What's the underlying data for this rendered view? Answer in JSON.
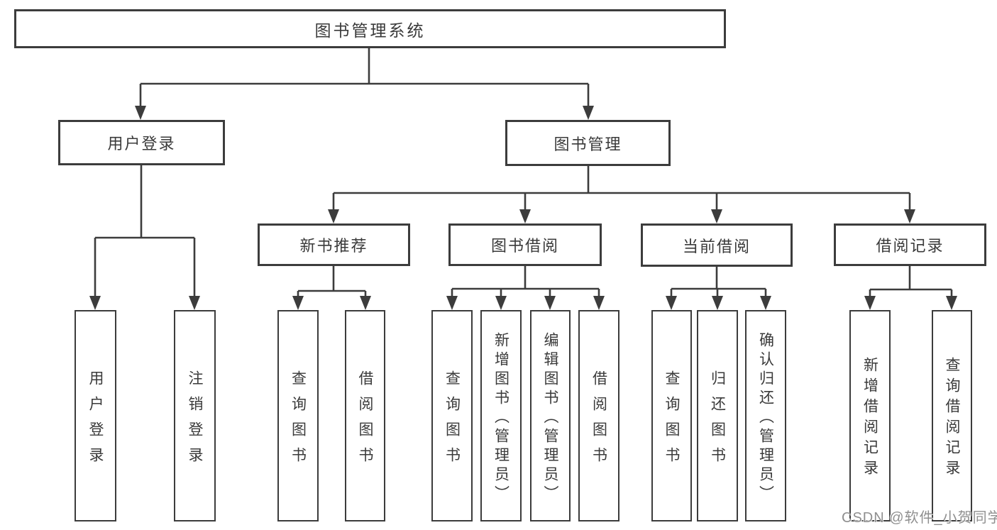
{
  "colors": {
    "line": "#3c3c3c",
    "text": "#3a3a3a",
    "background": "#ffffff",
    "watermark": "#8f8f8f"
  },
  "watermark": {
    "text": "CSDN @软件_小贺同学"
  },
  "tree": {
    "label": "图书管理系统",
    "children": [
      {
        "label": "用户登录",
        "children": [
          {
            "label": "用户登录"
          },
          {
            "label": "注销登录"
          }
        ]
      },
      {
        "label": "图书管理",
        "children": [
          {
            "label": "新书推荐",
            "children": [
              {
                "label": "查询图书"
              },
              {
                "label": "借阅图书"
              }
            ]
          },
          {
            "label": "图书借阅",
            "children": [
              {
                "label": "查询图书"
              },
              {
                "label": "新增图书（管理员）"
              },
              {
                "label": "编辑图书（管理员）"
              },
              {
                "label": "借阅图书"
              }
            ]
          },
          {
            "label": "当前借阅",
            "children": [
              {
                "label": "查询图书"
              },
              {
                "label": "归还图书"
              },
              {
                "label": "确认归还（管理员）"
              }
            ]
          },
          {
            "label": "借阅记录",
            "children": [
              {
                "label": "新增借阅记录"
              },
              {
                "label": "查询借阅记录"
              }
            ]
          }
        ]
      }
    ]
  }
}
